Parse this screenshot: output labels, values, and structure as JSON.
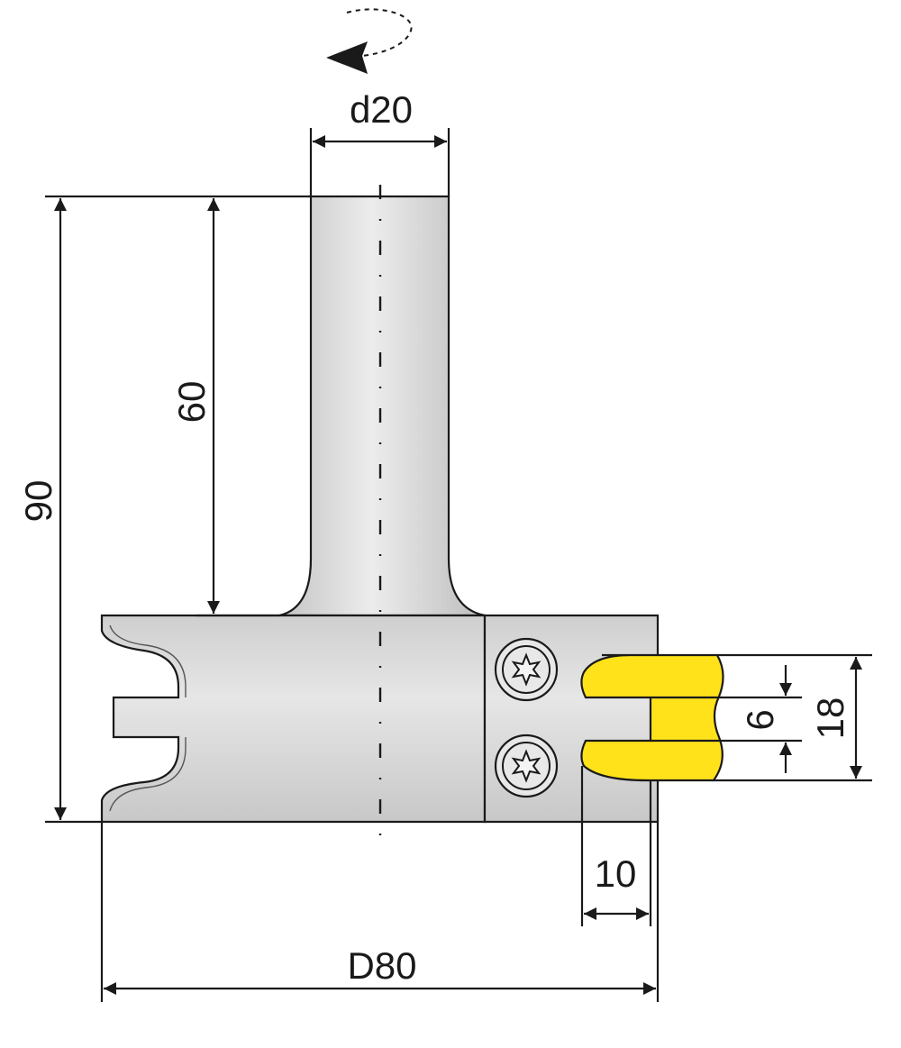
{
  "dimensions": {
    "shank_diameter": "d20",
    "shank_length": "60",
    "total_length": "90",
    "cutter_diameter": "D80",
    "cut_depth": "10",
    "profile_height": "18",
    "slot_width": "6"
  },
  "colors": {
    "body_gray": "#d6d6d6",
    "knife_yellow": "#ffe21a",
    "line": "#1a1a1a"
  },
  "icons": [
    "rotation-arrow-icon",
    "torx-screw-icon"
  ]
}
